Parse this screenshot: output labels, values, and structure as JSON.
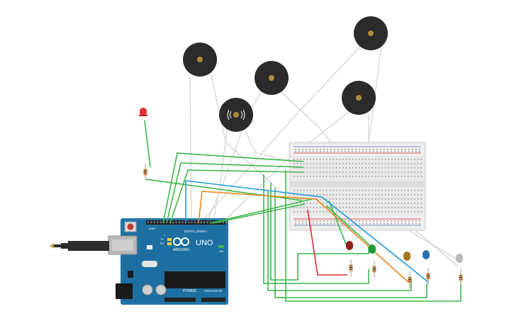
{
  "board": {
    "logo": "UNO",
    "brand_lettering": "ARDUINO",
    "digital_label": "DIGITAL (PWM~)",
    "power_label": "POWER",
    "analog_label": "ANALOG IN",
    "on_label": "ON",
    "tx_label": "TX",
    "rx_label": "RX",
    "aref_label": "AREF",
    "l_label": "L"
  },
  "components": {
    "piezos": [
      "piezo-1",
      "piezo-2",
      "piezo-3",
      "piezo-4",
      "piezo-5"
    ],
    "leds": [
      "red-led-top",
      "red-led",
      "green-led",
      "orange-led",
      "blue-led",
      "white-led"
    ],
    "colors": {
      "board": "#1d6fa1",
      "breadboard": "#e9e9e9",
      "wire_green": "#3cb64a",
      "wire_orange": "#e8891a",
      "wire_blue": "#1e9bd7",
      "wire_red": "#d82b2b",
      "wire_gray": "#d9d9d9",
      "led_red": "#c72a2a",
      "led_green": "#1f9a3b",
      "led_orange": "#a7741e",
      "led_blue": "#2a6fb0",
      "led_white": "#b9b9b9",
      "piezo": "#2b2b2b",
      "piezo_center": "#b08a3c"
    }
  }
}
